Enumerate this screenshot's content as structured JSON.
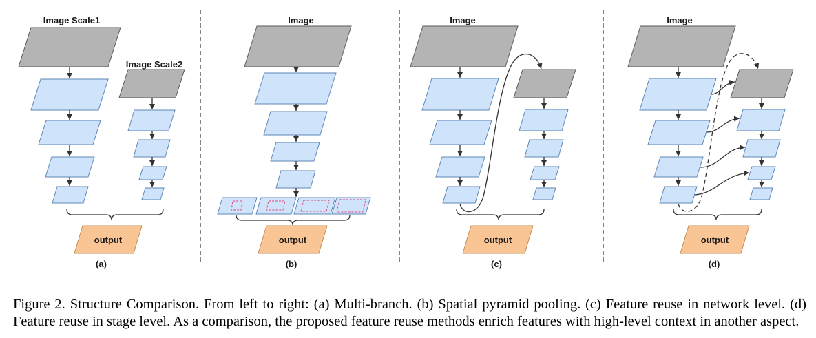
{
  "figure": {
    "panels": [
      {
        "top_label": "Image Scale1",
        "second_label": "Image Scale2",
        "output_label": "output",
        "panel_label": "(a)"
      },
      {
        "top_label": "Image",
        "output_label": "output",
        "panel_label": "(b)"
      },
      {
        "top_label": "Image",
        "output_label": "output",
        "panel_label": "(c)"
      },
      {
        "top_label": "Image",
        "output_label": "output",
        "panel_label": "(d)"
      }
    ],
    "caption": "Figure 2. Structure Comparison. From left to right: (a) Multi-branch. (b) Spatial pyramid pooling. (c) Feature reuse in network level. (d) Feature reuse in stage level. As a comparison, the proposed feature reuse methods enrich features with high-level context in another aspect."
  },
  "colors": {
    "input": "#b4b4b4",
    "feature": "#cfe3fa",
    "output": "#f9c594",
    "region": "#e0457b"
  }
}
